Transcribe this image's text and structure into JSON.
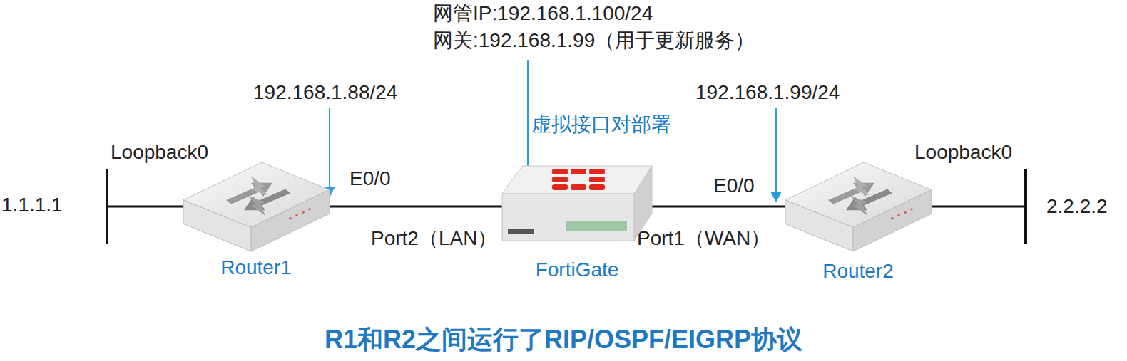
{
  "diagram": {
    "title": "R1和R2之间运行了RIP/OSPF/EIGRP协议",
    "nodes": [
      {
        "text": [
          "Router1"
        ]
      },
      {
        "text": [
          "FortiGate"
        ]
      },
      {
        "text": [
          "Router2"
        ]
      }
    ],
    "edges": [
      {
        "from": 0,
        "to": 1,
        "arrow": "none"
      },
      {
        "from": 1,
        "to": 2,
        "arrow": "none"
      }
    ],
    "labels": [
      "网管IP:192.168.1.100/24",
      "网关:192.168.1.99（用于更新服务）",
      "192.168.1.88/24",
      "192.168.1.99/24",
      "虚拟接口对部署",
      "Loopback0",
      "E0/0",
      "Loopback0",
      "E0/0",
      "1.1.1.1",
      "2.2.2.2",
      "Port2（LAN）",
      "Port1（WAN）"
    ]
  }
}
